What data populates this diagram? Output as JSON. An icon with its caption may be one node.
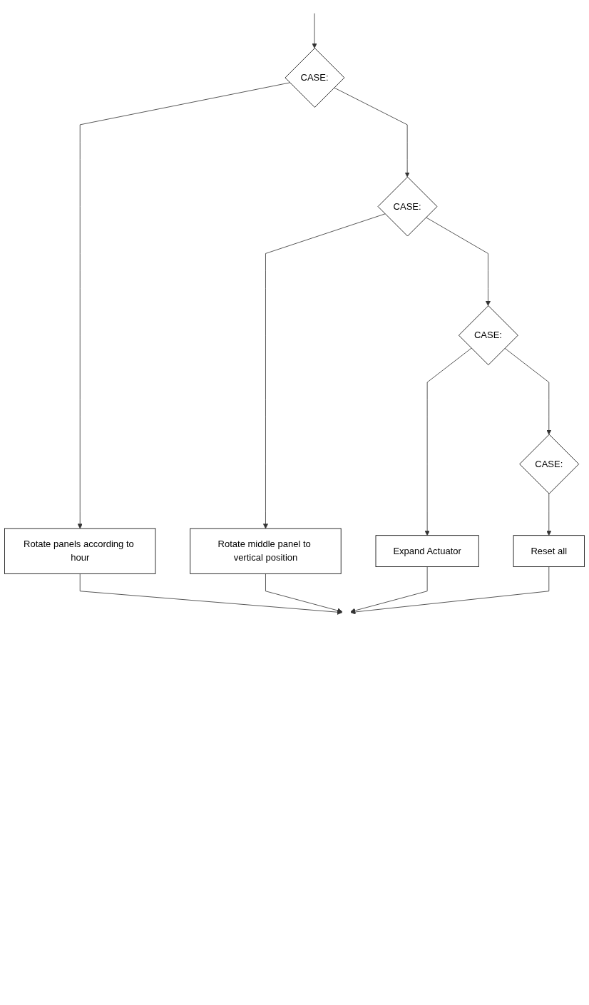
{
  "diagram": {
    "nodes": [
      {
        "text": [
          "CASE:"
        ]
      },
      {
        "text": [
          "Rotate panels according to hour"
        ]
      },
      {
        "text": [
          "CASE:"
        ]
      },
      {
        "text": [
          "Rotate middle panel to vertical position"
        ]
      },
      {
        "text": [
          "CASE:"
        ]
      },
      {
        "text": [
          "Expand Actuator"
        ]
      },
      {
        "text": [
          "CASE:"
        ]
      },
      {
        "text": [
          "Reset all"
        ]
      }
    ],
    "edges": [
      {
        "from": null,
        "to": 0,
        "arrow": "to"
      },
      {
        "from": 0,
        "to": 1,
        "arrow": "to"
      },
      {
        "from": 0,
        "to": 2,
        "arrow": "to"
      },
      {
        "from": 2,
        "to": 3,
        "arrow": "to"
      },
      {
        "from": 2,
        "to": 4,
        "arrow": "to"
      },
      {
        "from": 4,
        "to": 5,
        "arrow": "to"
      },
      {
        "from": 4,
        "to": 6,
        "arrow": "to"
      },
      {
        "from": 6,
        "to": 7,
        "arrow": "to"
      },
      {
        "from": 1,
        "to": null,
        "arrow": "to"
      },
      {
        "from": 3,
        "to": null,
        "arrow": "to"
      },
      {
        "from": 5,
        "to": null,
        "arrow": "to"
      },
      {
        "from": 7,
        "to": null,
        "arrow": "to"
      }
    ]
  }
}
